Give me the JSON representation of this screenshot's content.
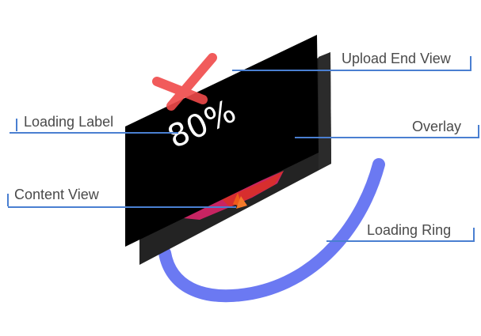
{
  "diagram": {
    "labels": {
      "upload_end_view": "Upload End View",
      "loading_label": "Loading Label",
      "overlay": "Overlay",
      "content_view": "Content View",
      "loading_ring": "Loading Ring"
    },
    "percent_text": "80%",
    "progress_value": 0.8,
    "icons": {
      "upload_end": "close-icon"
    },
    "colors": {
      "leader_line": "#4a7fd1",
      "ring": "#6b79f2",
      "x_mark": "#f04a4a",
      "overlay": "#000000",
      "back_panel": "#232323",
      "content_red": "#d72e2e",
      "content_pink": "#c82462",
      "content_orange": "#ee5c1a",
      "label_text": "#4a4a4a",
      "percent_text": "#ffffff"
    }
  }
}
